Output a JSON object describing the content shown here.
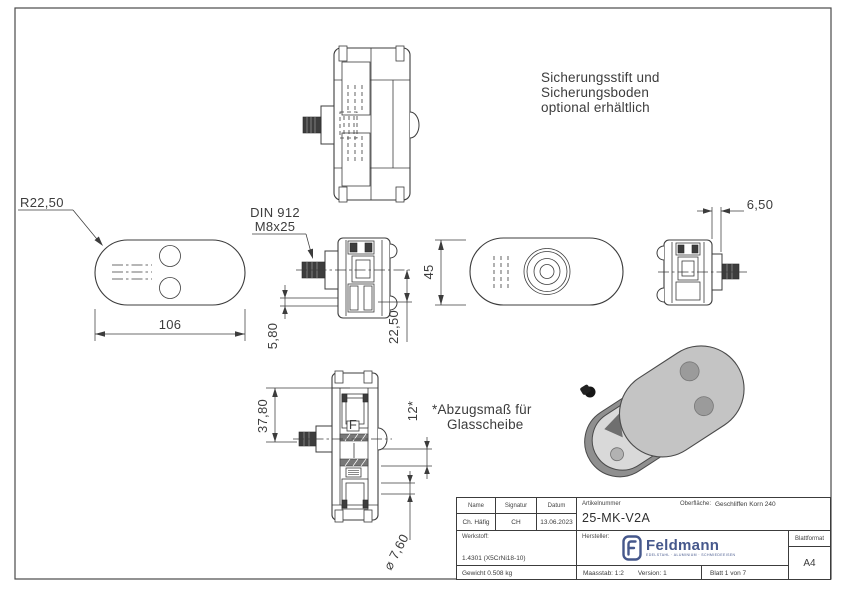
{
  "sheet": {
    "background": "#ffffff",
    "line_color": "#3c3c3c",
    "logo_color": "#46588c"
  },
  "drawing": {
    "notes": {
      "optional_note": [
        "Sicherungsstift und",
        "Sicherungsboden",
        "optional erhältlich"
      ],
      "glass_note": [
        "*Abzugsmaß für",
        "Glasscheibe"
      ],
      "din_note": [
        "DIN 912",
        "M8x25"
      ]
    },
    "dimensions": {
      "radius": "R22,50",
      "length": "106",
      "height": "45",
      "glass_gap": "5,80",
      "axis_height": "22,50",
      "boss_offset": "6,50",
      "depth": "37,80",
      "glass_offset": "12*",
      "hole_diameter": "⌀ 7,60"
    },
    "insert_marker": "F"
  },
  "title_block": {
    "labels": {
      "name": "Name",
      "signatur": "Signatur",
      "datum": "Datum",
      "artikelnummer": "Artikelnummer",
      "oberflaeche": "Oberfläche:",
      "werkstoff": "Werkstoff:",
      "hersteller": "Hersteller:",
      "blattformat": "Blattformat"
    },
    "values": {
      "name": "Ch. Häfig",
      "signatur": "CH",
      "datum": "13.06.2023",
      "artikelnummer": "25-MK-V2A",
      "oberflaeche": "Geschliffen Korn 240",
      "werkstoff": "1.4301 (X5CrNi18-10)",
      "gewicht": "Gewicht 0.508 kg",
      "massstab": "Maasstab: 1:2",
      "version": "Version: 1",
      "blatt": "Blatt 1 von 7",
      "blattformat": "A4"
    },
    "logo": {
      "name": "Feldmann",
      "tagline": "EDELSTAHL · ALUMINIUM · SCHMIEDEEISEN",
      "color": "#46588c"
    }
  }
}
